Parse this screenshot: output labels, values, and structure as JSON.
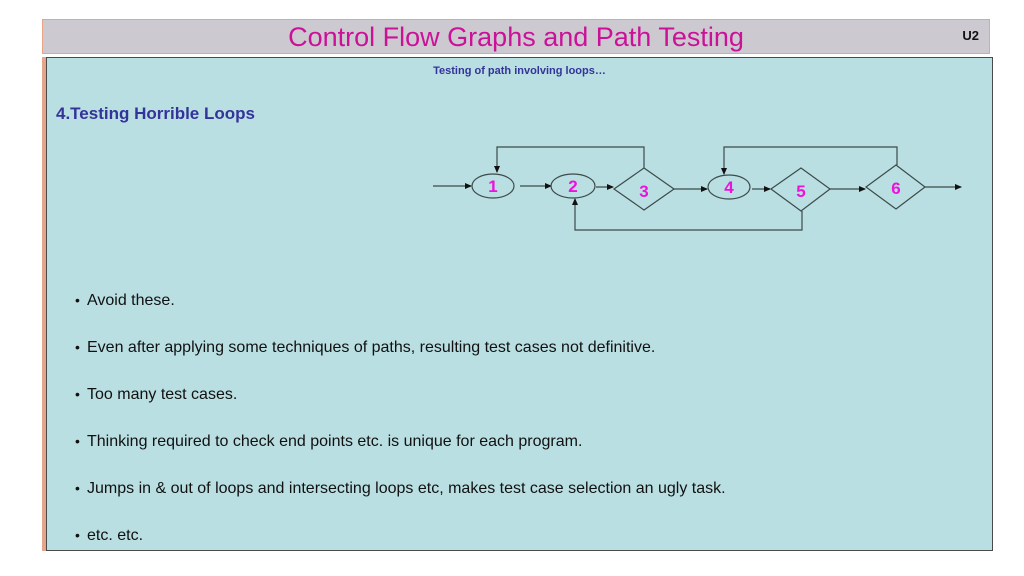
{
  "header": {
    "title": "Control Flow Graphs and Path Testing",
    "badge": "U2"
  },
  "content": {
    "subtitle": "Testing of path involving loops…",
    "heading": "4.Testing Horrible Loops",
    "bullet_glyph": "•",
    "bullets": [
      "Avoid these.",
      "Even after applying some techniques of paths, resulting test cases not definitive.",
      "Too many test cases.",
      "Thinking required to check end points etc. is unique for each program.",
      "Jumps in & out of loops and intersecting loops etc, makes test case selection an ugly task.",
      "etc. etc."
    ]
  },
  "diagram": {
    "nodes": [
      {
        "id": "1",
        "shape": "ellipse",
        "label": "1"
      },
      {
        "id": "2",
        "shape": "ellipse",
        "label": "2"
      },
      {
        "id": "3",
        "shape": "diamond",
        "label": "3"
      },
      {
        "id": "4",
        "shape": "ellipse",
        "label": "4"
      },
      {
        "id": "5",
        "shape": "diamond",
        "label": "5"
      },
      {
        "id": "6",
        "shape": "diamond",
        "label": "6"
      }
    ],
    "edges": [
      {
        "from": "entry",
        "to": "1"
      },
      {
        "from": "1",
        "to": "2"
      },
      {
        "from": "2",
        "to": "3"
      },
      {
        "from": "3",
        "to": "4"
      },
      {
        "from": "4",
        "to": "5"
      },
      {
        "from": "5",
        "to": "6"
      },
      {
        "from": "6",
        "to": "exit"
      },
      {
        "from": "3",
        "to": "1",
        "type": "loop-back-top"
      },
      {
        "from": "6",
        "to": "4",
        "type": "loop-back-top"
      },
      {
        "from": "5",
        "to": "2",
        "type": "loop-back-bottom"
      }
    ]
  },
  "colors": {
    "title": "#cc1199",
    "heading": "#333399",
    "node_label": "#ee11dd",
    "content_bg": "#b9dfe3",
    "header_bg": "#cdc9d1",
    "header_border": "#e9a385"
  }
}
